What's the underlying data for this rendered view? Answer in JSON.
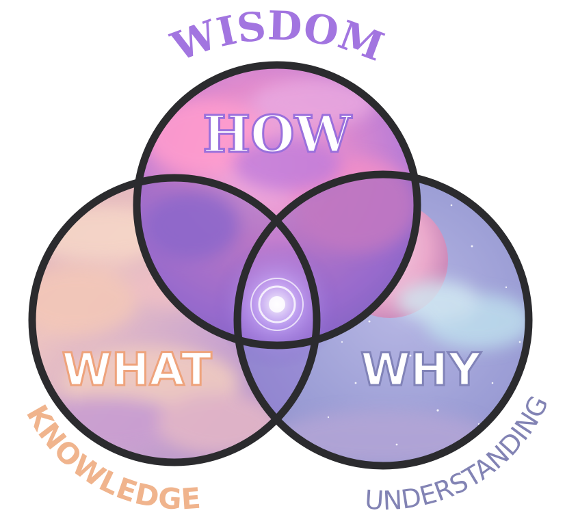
{
  "diagram": {
    "top": {
      "outer_label": "WISDOM",
      "inner_label": "HOW",
      "outer_color": "#a275e0",
      "inner_fill": "#ffffff",
      "inner_stroke": "#9a70dc"
    },
    "left": {
      "outer_label": "KNOWLEDGE",
      "inner_label": "WHAT",
      "outer_color": "#f0b48d",
      "inner_fill": "#ffffff",
      "inner_stroke": "#eea37c"
    },
    "right": {
      "outer_label": "UNDERSTANDING",
      "inner_label": "WHY",
      "outer_color": "#8283b4",
      "inner_fill": "#ffffff",
      "inner_stroke": "#8183b8"
    },
    "ring_color": "#2b2b2e"
  }
}
